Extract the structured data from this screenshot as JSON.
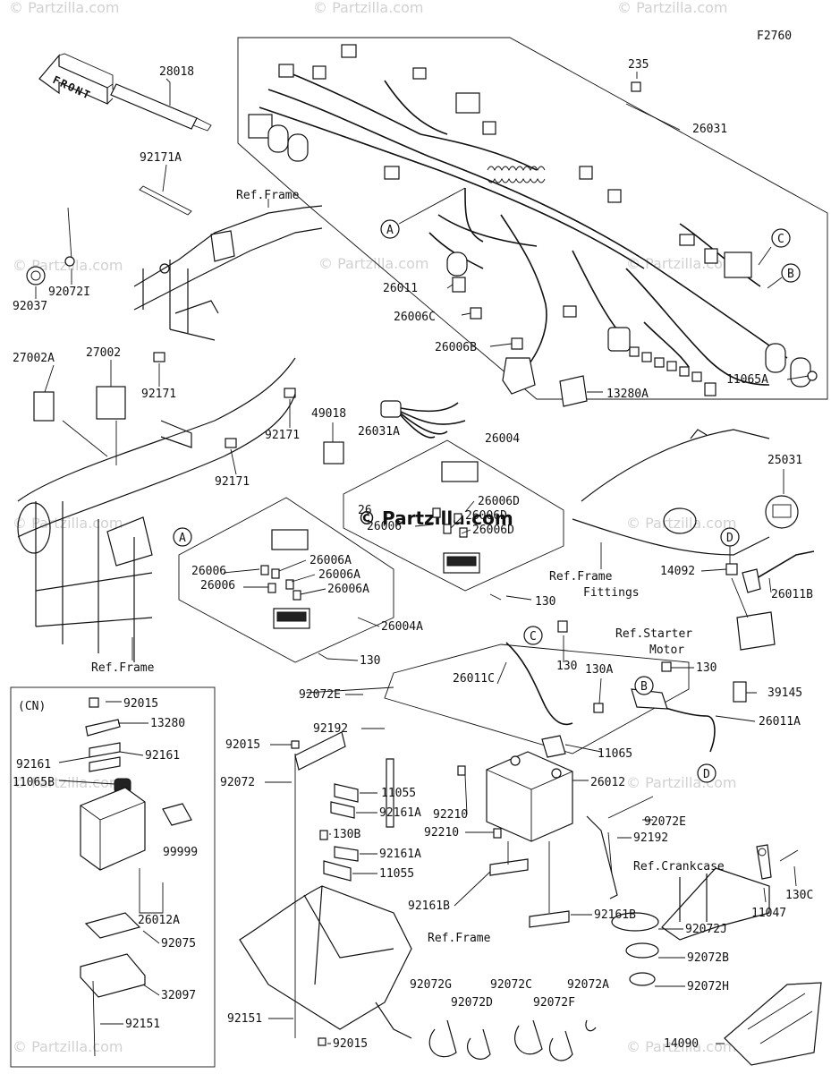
{
  "figure_code": "F2760",
  "front_label": "FRONT",
  "watermarks": [
    "© Partzilla.com",
    "© Partzilla.com",
    "© Partzilla.com",
    "© Partzilla.com",
    "© Partzilla.com",
    "© Partzilla.com",
    "© Partzilla.com",
    "© Partzilla.com",
    "© Partzilla.com",
    "© Partzilla.com",
    "© Partzilla.com",
    "© Partzilla.com"
  ],
  "center_watermark": "© Partzilla.com",
  "callouts": [
    "A",
    "A",
    "B",
    "B",
    "C",
    "C",
    "D",
    "D"
  ],
  "references": {
    "frame_top": "Ref.Frame",
    "frame_left": "Ref.Frame",
    "frame_bottom": "Ref.Frame",
    "frame_fittings_1": "Ref.Frame",
    "frame_fittings_2": "Fittings",
    "starter_1": "Ref.Starter",
    "starter_2": "Motor",
    "crankcase": "Ref.Crankcase"
  },
  "cn_label": "(CN)",
  "parts": {
    "p28018": "28018",
    "p92171A": "92171A",
    "p92072I": "92072I",
    "p92037": "92037",
    "p27002A": "27002A",
    "p27002": "27002",
    "p92171_a": "92171",
    "p92171_b": "92171",
    "p92171_c": "92171",
    "p235": "235",
    "p26031": "26031",
    "p26011": "26011",
    "p26006C": "26006C",
    "p26006B": "26006B",
    "p13280A": "13280A",
    "p11065A": "11065A",
    "p49018": "49018",
    "p26031A": "26031A",
    "p26004": "26004",
    "p26006D_a": "26006D",
    "p26006D_b": "26006D",
    "p26006D_c": "26006D",
    "p26006_d": "26006",
    "p26006_partial": "26",
    "p130_a": "130",
    "p26006_a": "26006",
    "p26006A_a": "26006A",
    "p26006A_b": "26006A",
    "p26006_b": "26006",
    "p26006A_c": "26006A",
    "p26004A": "26004A",
    "p130_b": "130",
    "p25031": "25031",
    "p14092": "14092",
    "p26011B": "26011B",
    "p130_c": "130",
    "p130A": "130A",
    "p130_d": "130",
    "p26011C": "26011C",
    "p39145": "39145",
    "p26011A": "26011A",
    "p11065": "11065",
    "p92015_a": "92015",
    "p13280": "13280",
    "p92161_a": "92161",
    "p92161_b": "92161",
    "p11065B": "11065B",
    "p99999": "99999",
    "p26012A": "26012A",
    "p92075": "92075",
    "p32097": "32097",
    "p92151_a": "92151",
    "p92072E_a": "92072E",
    "p92192_a": "92192",
    "p92015_b": "92015",
    "p92072": "92072",
    "p11055_a": "11055",
    "p92161A_a": "92161A",
    "p92210_a": "92210",
    "p92210_b": "92210",
    "p26012": "26012",
    "p92072E_b": "92072E",
    "p92192_b": "92192",
    "p130B": "130B",
    "p92161A_b": "92161A",
    "p11055_b": "11055",
    "p92161B_a": "92161B",
    "p92161B_b": "92161B",
    "p11047": "11047",
    "p130C": "130C",
    "p92072J": "92072J",
    "p92072B": "92072B",
    "p92072H": "92072H",
    "p14090": "14090",
    "p92072G": "92072G",
    "p92072D": "92072D",
    "p92072C": "92072C",
    "p92072F": "92072F",
    "p92072A": "92072A",
    "p92151_b": "92151",
    "p92015_c": "92015"
  }
}
